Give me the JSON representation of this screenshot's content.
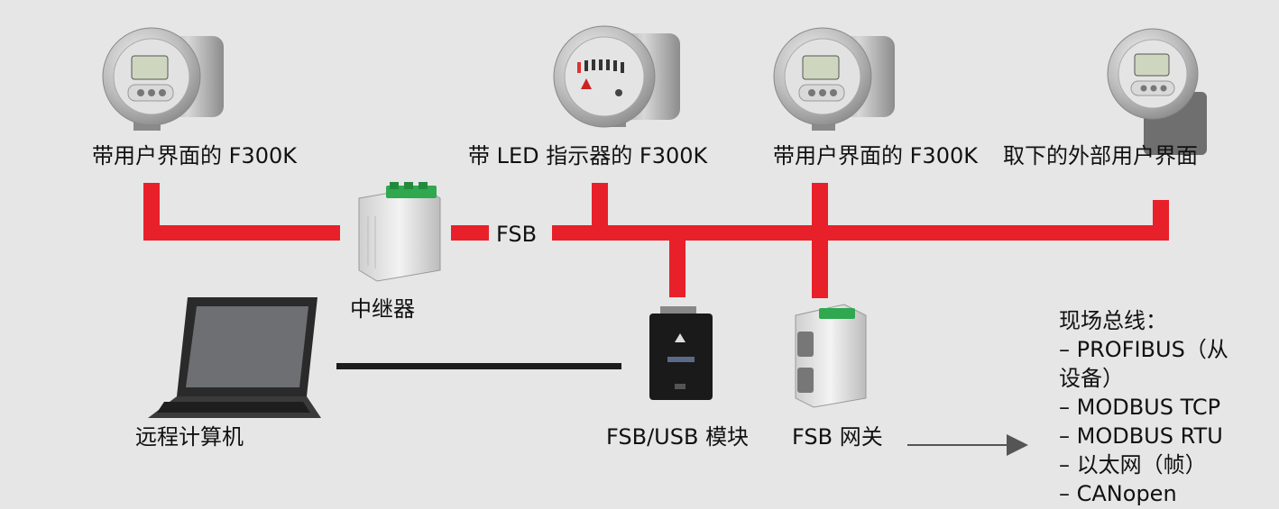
{
  "devices": {
    "f300k_ui_1": {
      "label": "带用户界面的 F300K"
    },
    "f300k_led": {
      "label": "带 LED 指示器的 F300K"
    },
    "f300k_ui_2": {
      "label": "带用户界面的 F300K"
    },
    "external_ui": {
      "label": "取下的外部用户界面"
    },
    "repeater": {
      "label": "中继器"
    },
    "remote_pc": {
      "label": "远程计算机"
    },
    "usb_module": {
      "label": "FSB/USB 模块"
    },
    "gateway": {
      "label": "FSB 网关"
    }
  },
  "bus": {
    "label": "FSB",
    "color": "#e8202a"
  },
  "pc_link": {
    "color": "#1c1c1c"
  },
  "fieldbus": {
    "title": "现场总线：",
    "items": [
      "– PROFIBUS（从",
      "设备）",
      "– MODBUS TCP",
      "– MODBUS RTU",
      "– 以太网（帧）",
      "– CANopen"
    ]
  },
  "colors": {
    "background": "#e6e6e6",
    "bus_red": "#e8202a",
    "arrow": "#555555"
  }
}
